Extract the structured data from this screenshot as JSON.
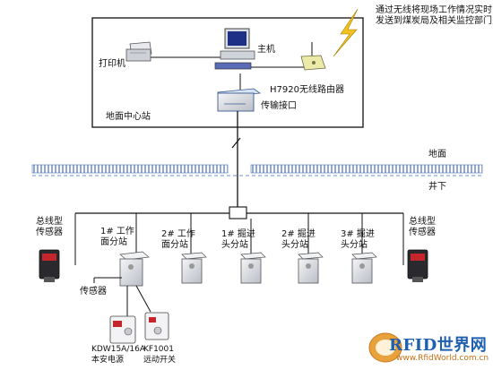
{
  "accent_colors": {
    "lines": "#111111",
    "ground": "#4a6fb5",
    "dashes": "#6e8fcf",
    "watermark": "#1f5fb0",
    "lightning": "#f2c320"
  },
  "labels": {
    "wireless_note": "通过无线将现场工作情况实时发送到煤炭局及相关监控部门",
    "host": "主机",
    "printer": "打印机",
    "router": "H7920无线路由器",
    "interface": "传输接口",
    "ground_station": "地面中心站",
    "surface": "地面",
    "underground": "井下",
    "bus_sensor": "总线型传感器",
    "sensor": "传感器",
    "power": "KDW15A/16A本安电源",
    "switch": "KF1001远动开关"
  },
  "substations": [
    {
      "label": "1# 工作面分站"
    },
    {
      "label": "2# 工作面分站"
    },
    {
      "label": "1# 掘进头分站"
    },
    {
      "label": "2# 掘进头分站"
    },
    {
      "label": "3# 掘进头分站"
    }
  ],
  "watermark": {
    "text": "RFID世界网",
    "sub": "www.RfidWorld.com.cn"
  },
  "icons": [
    "computer-icon",
    "printer-icon",
    "router-icon",
    "interface-box-icon",
    "lightning-icon",
    "sensor-device-icon",
    "substation-device-icon",
    "power-supply-icon",
    "switch-icon"
  ]
}
